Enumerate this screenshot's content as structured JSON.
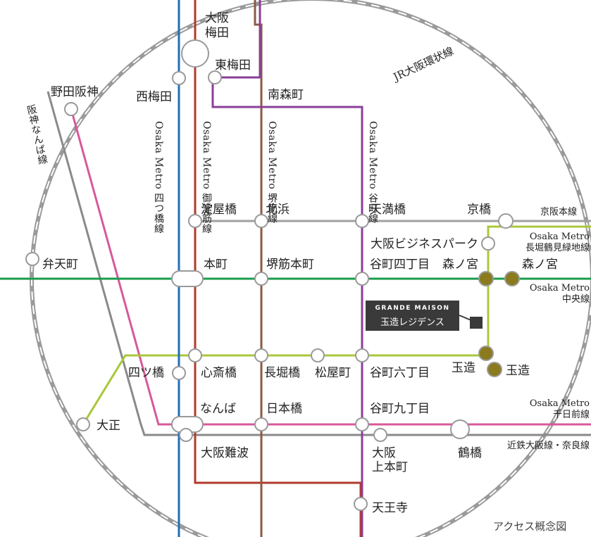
{
  "title": "アクセス概念図",
  "property": {
    "brand": "GRANDE MAISON",
    "name": "玉造レジデンス"
  },
  "lines": {
    "loop": "JR大阪環状線",
    "hanshin": "阪神なんば線",
    "yotsubashi": "Osaka Metro 四つ橋線",
    "midosuji": "Osaka Metro 御堂筋線",
    "sakaisuji": "Osaka Metro 堺筋線",
    "tanimachi": "Osaka Metro 谷町線",
    "keihan": "京阪本線",
    "nagahori_metro": "Osaka Metro",
    "nagahori_name": "長堀鶴見緑地線",
    "chuo_metro": "Osaka Metro",
    "chuo_name": "中央線",
    "sennichimae_metro": "Osaka Metro",
    "sennichimae_name": "千日前線",
    "kintetsu": "近鉄大阪線・奈良線"
  },
  "line_colors": {
    "loop": "#9a9a9a",
    "yotsubashi": "#1f6fb6",
    "midosuji": "#b03a2e",
    "sakaisuji": "#8c5a45",
    "tanimachi": "#8a3f98",
    "chuo": "#1a9d4c",
    "nagahori": "#a8c83a",
    "sennichimae": "#d8589a",
    "keihan": "#a0a0a0",
    "hanshin": "#8a8a8a",
    "property": "#8b7a1e"
  },
  "stations": {
    "osaka_umeda_1": "大阪",
    "osaka_umeda_2": "梅田",
    "higashi_umeda": "東梅田",
    "minami_morimachi": "南森町",
    "nishi_umeda": "西梅田",
    "noda_hanshin": "野田阪神",
    "yodoyabashi": "淀屋橋",
    "kitahama": "北浜",
    "tenmabashi": "天満橋",
    "kyobashi": "京橋",
    "osaka_business_park": "大阪ビジネスパーク",
    "bentencho": "弁天町",
    "honmachi": "本町",
    "sakaisuji_honmachi": "堺筋本町",
    "tanimachi_4": "谷町四丁目",
    "morinomiya_chuo": "森ノ宮",
    "morinomiya": "森ノ宮",
    "yotsubashi": "四ツ橋",
    "shinsaibashi": "心斎橋",
    "nagahoribashi": "長堀橋",
    "matsuyamachi": "松屋町",
    "tanimachi_6": "谷町六丁目",
    "tamatsukuri_metro": "玉造",
    "tamatsukuri": "玉造",
    "taisho": "大正",
    "namba": "なんば",
    "nipponbashi": "日本橋",
    "tanimachi_9": "谷町九丁目",
    "osaka_namba": "大阪難波",
    "uehonmachi_1": "大阪",
    "uehonmachi_2": "上本町",
    "tsuruhashi": "鶴橋",
    "tennoji": "天王寺"
  }
}
